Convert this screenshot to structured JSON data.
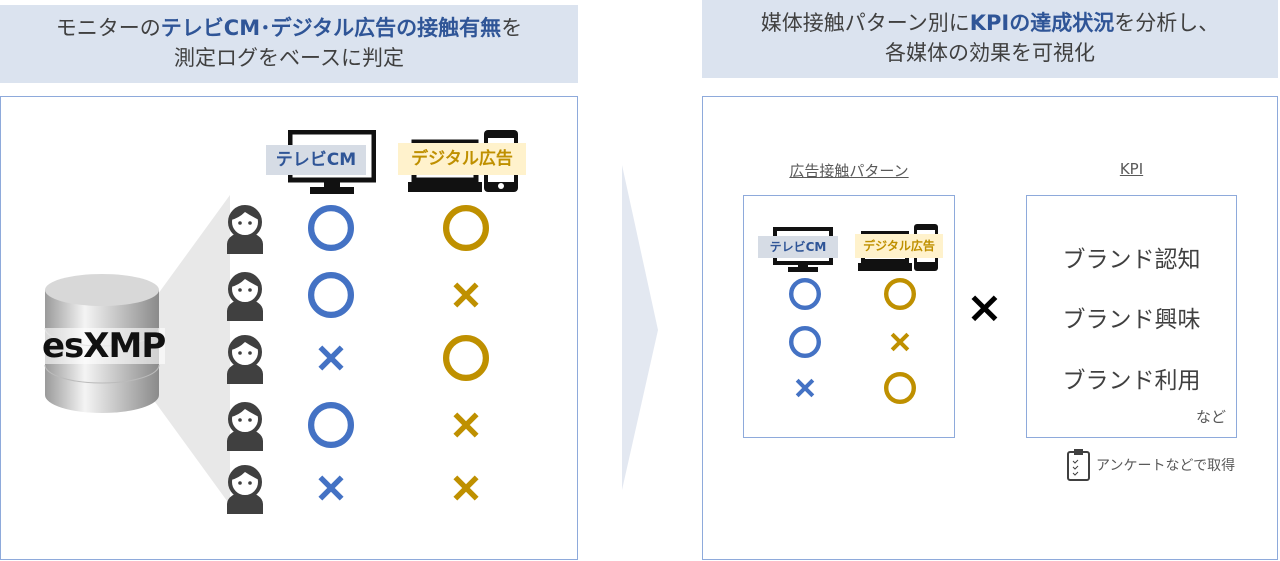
{
  "left": {
    "heading": {
      "pre": "モニターの",
      "bold": "テレビCM･デジタル広告の接触有無",
      "post": "を",
      "line2": "測定ログをベースに判定"
    },
    "db_label": "esXMP",
    "tv_label": "テレビCM",
    "digital_label": "デジタル広告",
    "rows": [
      {
        "tv": "o",
        "digital": "o"
      },
      {
        "tv": "o",
        "digital": "x"
      },
      {
        "tv": "x",
        "digital": "o"
      },
      {
        "tv": "o",
        "digital": "x"
      },
      {
        "tv": "x",
        "digital": "x"
      }
    ]
  },
  "right": {
    "heading": {
      "pre": "媒体接触パターン別に",
      "bold": "KPIの達成状況",
      "post": "を分析し、",
      "line2": "各媒体の効果を可視化"
    },
    "pattern_title": "広告接触パターン",
    "kpi_title": "KPI",
    "tv_label": "テレビCM",
    "digital_label": "デジタル広告",
    "pattern_rows": [
      {
        "tv": "o",
        "digital": "o"
      },
      {
        "tv": "o",
        "digital": "x"
      },
      {
        "tv": "x",
        "digital": "o"
      }
    ],
    "times_symbol": "×",
    "kpis": [
      "ブランド認知",
      "ブランド興味",
      "ブランド利用"
    ],
    "kpi_etc": "など",
    "survey_note": "アンケートなどで取得"
  },
  "colors": {
    "tv": "#4472c4",
    "digital": "#bf9000",
    "heading_bg": "#dbe3ef"
  }
}
